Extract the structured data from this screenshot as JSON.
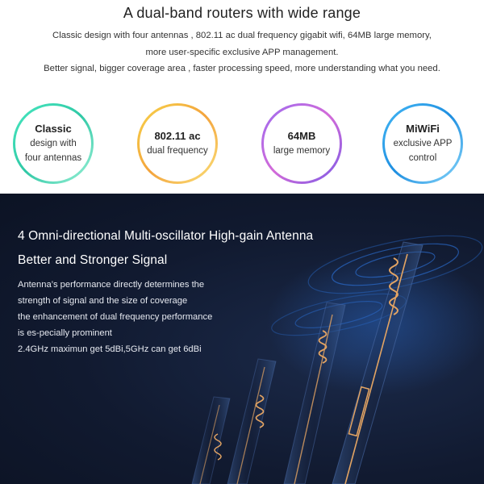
{
  "header": {
    "title": "A dual-band routers with wide range",
    "desc_line1": "Classic design with four antennas , 802.11 ac dual frequency gigabit wifi, 64MB large memory,",
    "desc_line2": "more user-specific exclusive APP management.",
    "desc_line3": "Better signal, bigger coverage area , faster processing speed, more understanding what you need."
  },
  "features": [
    {
      "line1": "Classic",
      "line2": "design with",
      "line3": "four antennas",
      "color": "#37d6b0"
    },
    {
      "line1": "802.11 ac",
      "line2": "dual frequency",
      "line3": "",
      "color": "#f2b33d"
    },
    {
      "line1": "64MB",
      "line2": "large memory",
      "line3": "",
      "color": "#a66ae6"
    },
    {
      "line1": "MiWiFi",
      "line2": "exclusive APP",
      "line3": "control",
      "color": "#2aa0ec"
    }
  ],
  "antenna": {
    "heading1": "4 Omni-directional Multi-oscillator High-gain Antenna",
    "heading2": "Better and Stronger Signal",
    "body1": "Antenna’s performance directly determines the",
    "body2": "strength of signal and the size of coverage",
    "body3": "the enhancement of dual frequency performance",
    "body4": "is es-pecially prominent",
    "body5": "2.4GHz maximun get 5dBi,5GHz can get 6dBi",
    "bg_color": "#111a30",
    "glow_color": "#2f7df0",
    "coil_color": "#e3a463"
  }
}
